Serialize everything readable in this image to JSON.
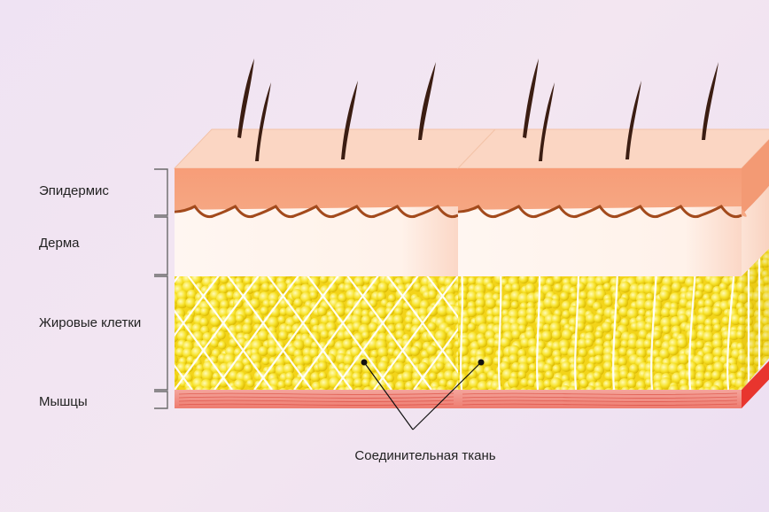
{
  "labels": {
    "epidermis": "Эпидермис",
    "dermis": "Дерма",
    "fat_cells": "Жировые клетки",
    "muscles": "Мышцы",
    "connective_tissue": "Соединительная ткань"
  },
  "colors": {
    "background": "#f0e4f3",
    "skin_top": "#fbd6c3",
    "epidermis": "#f7a27e",
    "epidermis_edge": "#a34a1c",
    "dermis": "#fff3ec",
    "fat": "#f7e22a",
    "fat_dark": "#d8b600",
    "connective": "#ffffff",
    "muscle": "#e8352e",
    "muscle_pale": "#f6b3ab",
    "hair": "#3b1d12"
  },
  "blocks": [
    {
      "name": "skin-block-left",
      "fibers": "crossed"
    },
    {
      "name": "skin-block-right",
      "fibers": "vertical"
    }
  ]
}
